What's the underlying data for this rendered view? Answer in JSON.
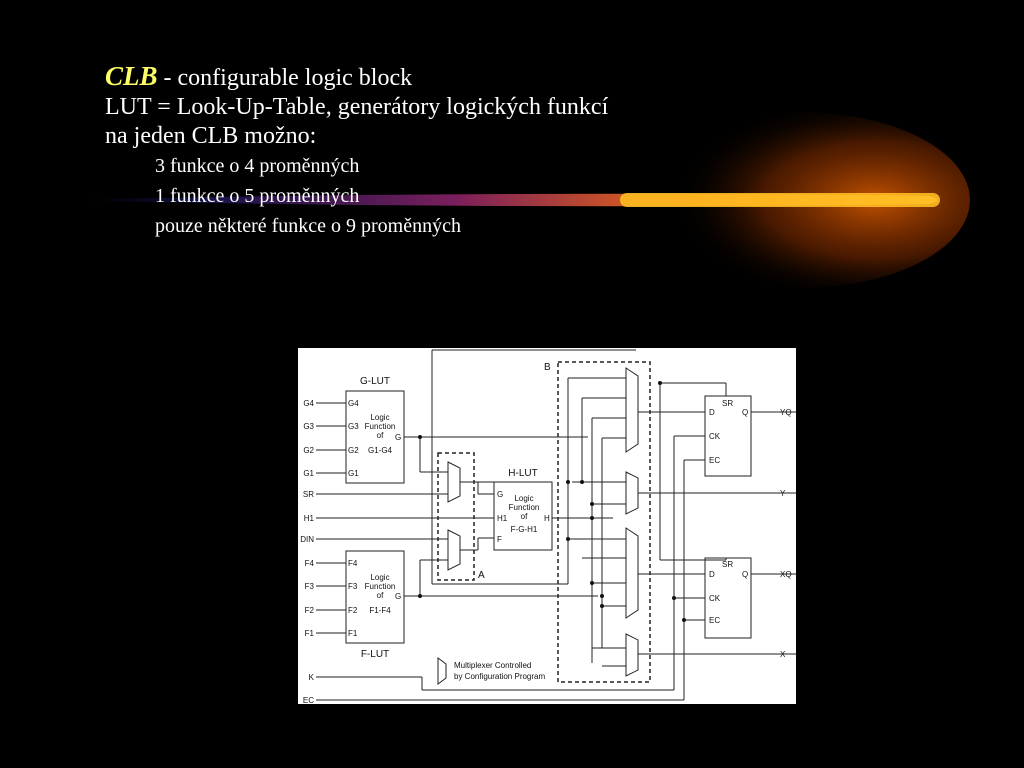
{
  "heading": {
    "clb": "CLB",
    "dash": " - ",
    "rest": "configurable logic block"
  },
  "line2": "LUT = Look-Up-Table, generátory logických funkcí",
  "line3": "na jeden CLB možno:",
  "bullets": [
    "3 funkce o 4 proměnných",
    "1 funkce o 5 proměnných",
    "pouze některé funkce o 9 proměnných"
  ],
  "colors": {
    "clb": "#ffff66",
    "comet_core": "#ffcc33",
    "comet_glow": "#cc5500"
  },
  "diagram": {
    "g_lut": {
      "title": "G-LUT",
      "inputs": [
        "G4",
        "G3",
        "G2",
        "G1"
      ],
      "output": "G",
      "func": [
        "Logic",
        "Function",
        "of",
        "G1-G4"
      ]
    },
    "f_lut": {
      "title": "F-LUT",
      "inputs": [
        "F4",
        "F3",
        "F2",
        "F1"
      ],
      "output": "G",
      "func": [
        "Logic",
        "Function",
        "of",
        "F1-F4"
      ]
    },
    "h_lut": {
      "title": "H-LUT",
      "inputs": [
        "G",
        "H1",
        "F"
      ],
      "output": "H",
      "func": [
        "Logic",
        "Function",
        "of",
        "F-G-H1"
      ]
    },
    "left_labels": [
      "G4",
      "G3",
      "G2",
      "G1",
      "SR",
      "H1",
      "DIN",
      "F4",
      "F3",
      "F2",
      "F1",
      "K",
      "EC"
    ],
    "ff_top": {
      "sr": "SR",
      "d": "D",
      "q": "Q",
      "ck": "CK",
      "ec": "EC"
    },
    "ff_bottom": {
      "sr": "SR",
      "d": "D",
      "q": "Q",
      "ck": "CK",
      "ec": "EC"
    },
    "outputs": [
      "YQ",
      "Y",
      "XQ",
      "X"
    ],
    "region_a": "A",
    "region_b": "B",
    "legend": [
      "Multiplexer Controlled",
      "by Configuration Program"
    ]
  }
}
